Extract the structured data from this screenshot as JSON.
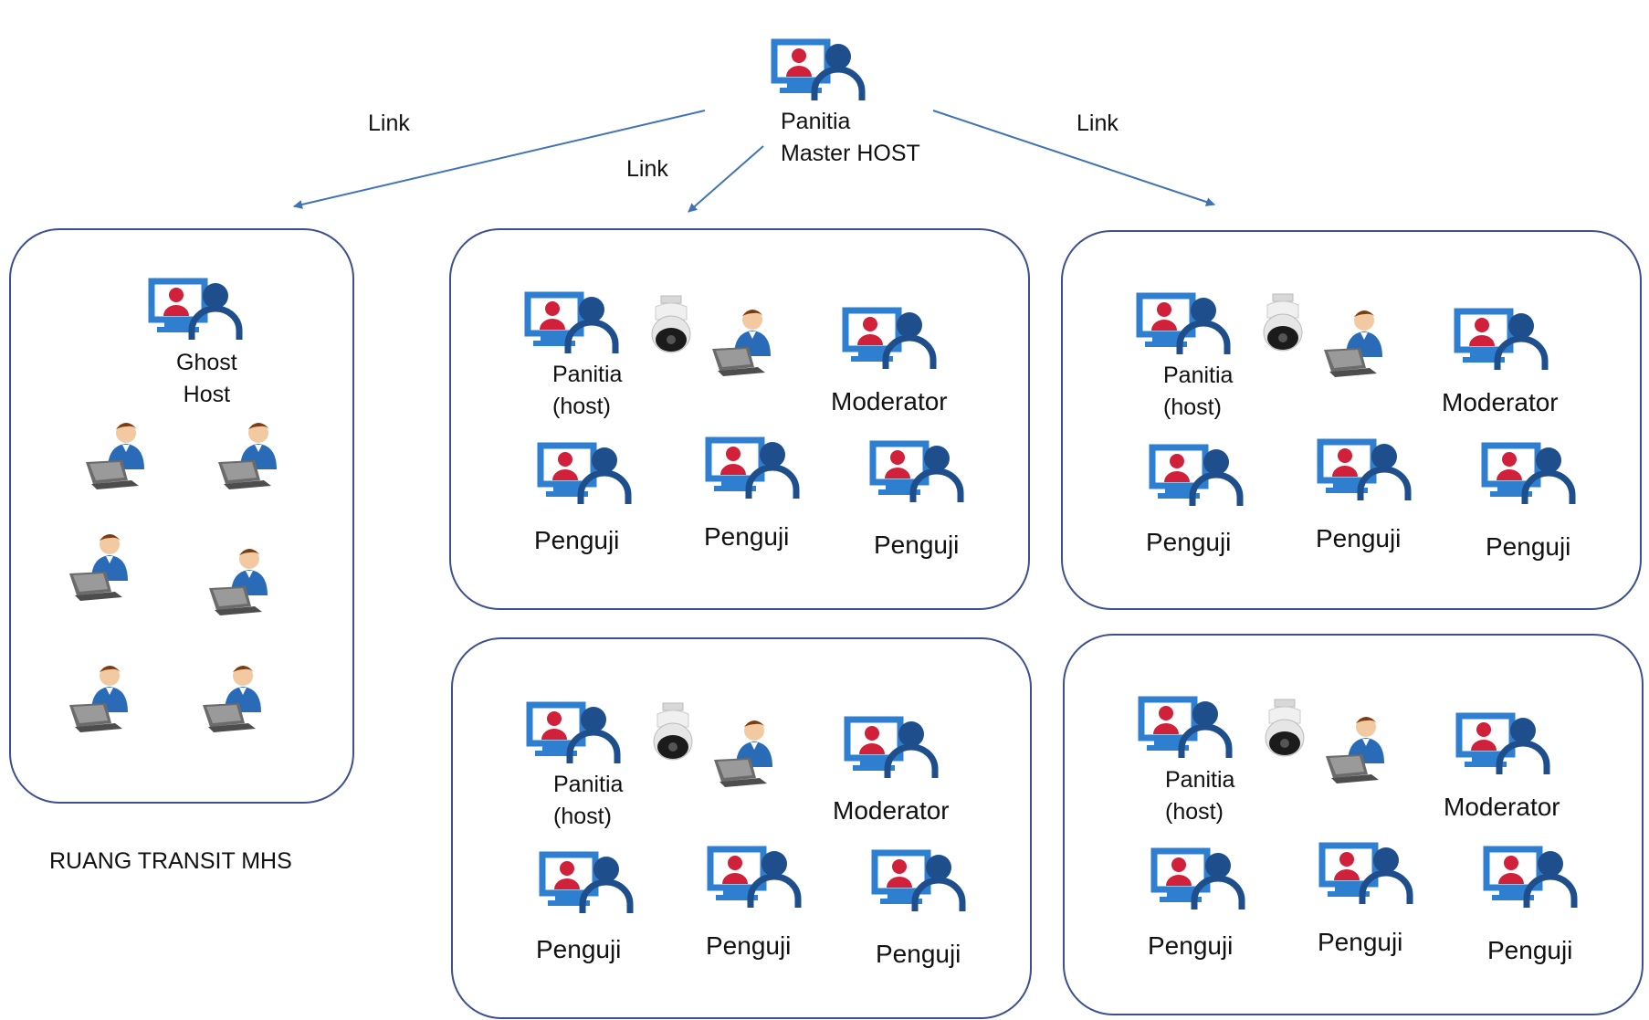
{
  "colors": {
    "accent": "#3f73b5",
    "room_border": "#3d4f8f",
    "monitor": "#2f7fd0",
    "person_dark": "#1e4f8c",
    "person_red": "#d0203a"
  },
  "icons": {
    "host_pc": "computer-user-icon",
    "camera": "ptz-camera-icon",
    "student": "laptop-student-icon"
  },
  "top": {
    "line1": "Panitia",
    "line2": "Master HOST"
  },
  "links": [
    "Link",
    "Link",
    "Link"
  ],
  "transit": {
    "line1": "Ghost",
    "line2": "Host",
    "caption": "RUANG TRANSIT MHS"
  },
  "rooms": [
    {
      "host_line1": "Panitia",
      "host_line2": "(host)",
      "moderator": "Moderator",
      "examiners": [
        "Penguji",
        "Penguji",
        "Penguji"
      ]
    },
    {
      "host_line1": "Panitia",
      "host_line2": "(host)",
      "moderator": "Moderator",
      "examiners": [
        "Penguji",
        "Penguji",
        "Penguji"
      ]
    },
    {
      "host_line1": "Panitia",
      "host_line2": "(host)",
      "moderator": "Moderator",
      "examiners": [
        "Penguji",
        "Penguji",
        "Penguji"
      ]
    },
    {
      "host_line1": "Panitia",
      "host_line2": "(host)",
      "moderator": "Moderator",
      "examiners": [
        "Penguji",
        "Penguji",
        "Penguji"
      ]
    }
  ]
}
